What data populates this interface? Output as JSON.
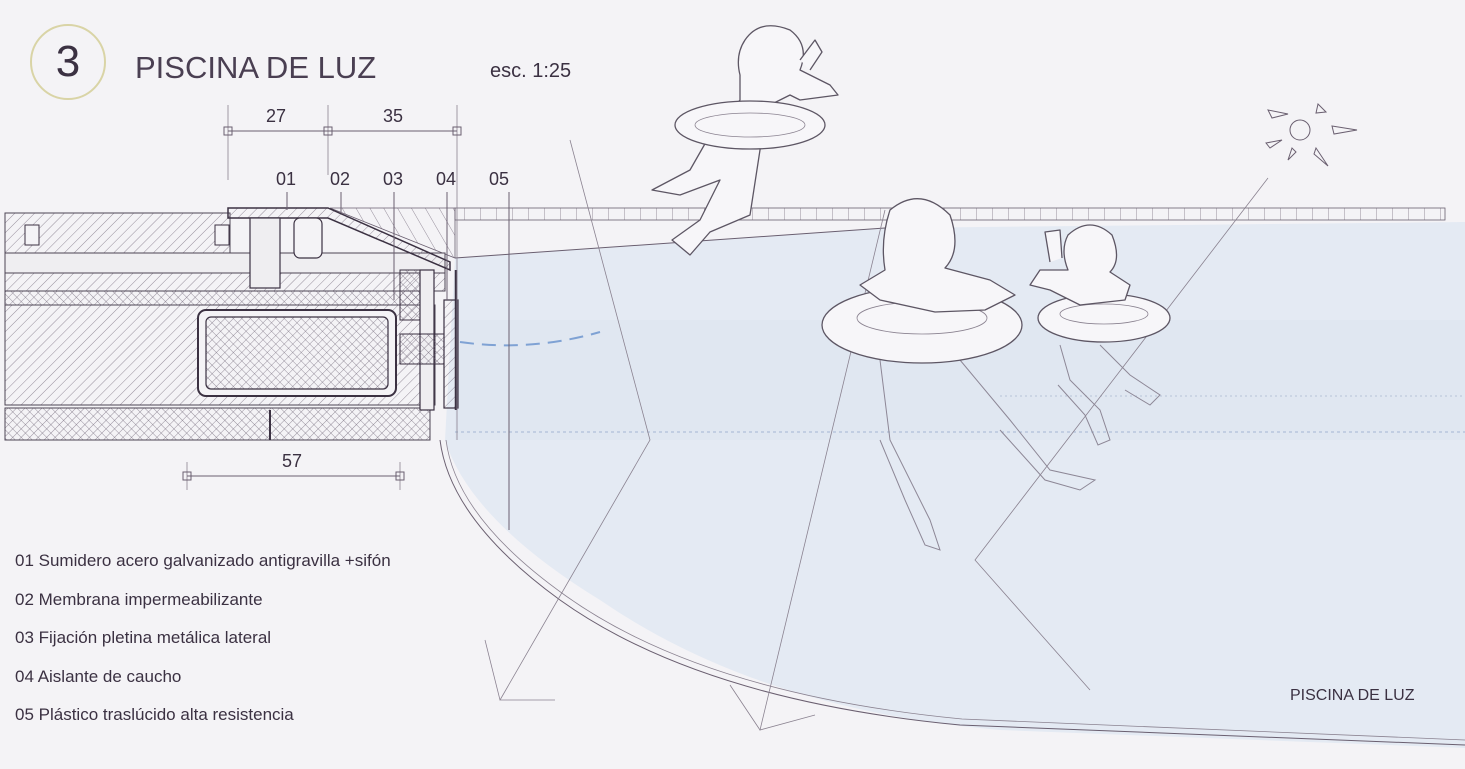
{
  "header": {
    "number": "3",
    "title": "PISCINA DE LUZ",
    "scale": "esc. 1:25"
  },
  "dimensions": {
    "top": [
      "27",
      "35"
    ],
    "bottom": "57"
  },
  "callouts": [
    "01",
    "02",
    "03",
    "04",
    "05"
  ],
  "legend": [
    "01 Sumidero acero galvanizado antigravilla +sifón",
    "02 Membrana impermeabilizante",
    "03 Fijación pletina metálica lateral",
    "04 Aislante de caucho",
    "05 Plástico traslúcido alta resistencia"
  ],
  "footer_label": "PISCINA DE LUZ",
  "colors": {
    "text": "#3b3142",
    "water": "#e4eaf3",
    "water_line": "#7fa2d4",
    "circle": "#d9d4a6"
  }
}
